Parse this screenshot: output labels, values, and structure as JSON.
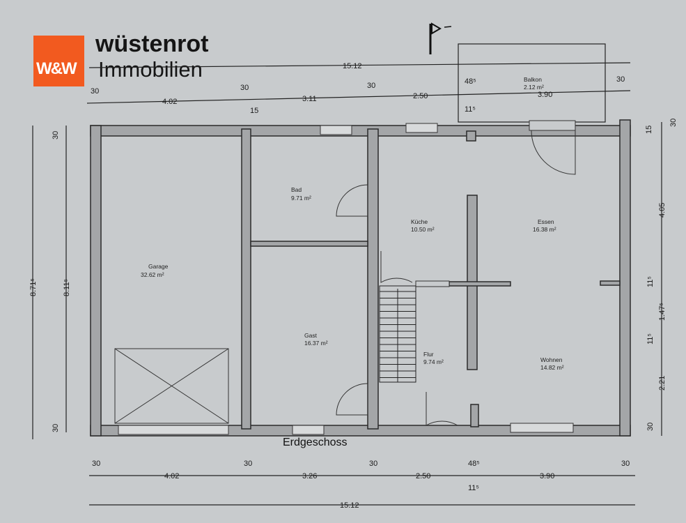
{
  "logo": {
    "mark": "W&W",
    "brand": "wüstenrot",
    "sub": "Immobilien",
    "color": "#f25a1f"
  },
  "floor_title": "Erdgeschoss",
  "rooms": [
    {
      "name": "Garage",
      "area": "32.62 m²"
    },
    {
      "name": "Bad",
      "area": "9.71 m²"
    },
    {
      "name": "Gast",
      "area": "16.37 m²"
    },
    {
      "name": "Küche",
      "area": "10.50 m²"
    },
    {
      "name": "Essen",
      "area": "16.38 m²"
    },
    {
      "name": "Flur",
      "area": "9.74 m²"
    },
    {
      "name": "Wohnen",
      "area": "14.82 m²"
    },
    {
      "name": "Balkon",
      "area": "2.12 m²"
    }
  ],
  "dims_top": {
    "total": "15.12",
    "segments": [
      "30",
      "4.02",
      "30",
      "15",
      "3.11",
      "30",
      "2.50",
      "48⁵",
      "11⁵",
      "3.90",
      "30"
    ]
  },
  "dims_bottom": {
    "total": "15.12",
    "segments": [
      "30",
      "4.02",
      "30",
      "3.26",
      "30",
      "2.50",
      "48⁵",
      "11⁵",
      "3.90",
      "30"
    ]
  },
  "dims_left": {
    "outer": "8.71⁵",
    "inner": "8.11⁵",
    "top": "30",
    "bottom": "30"
  },
  "dims_right": {
    "segments": [
      "30",
      "15",
      "4.05",
      "11⁵",
      "1.47⁵",
      "11⁵",
      "2.21",
      "30"
    ]
  }
}
